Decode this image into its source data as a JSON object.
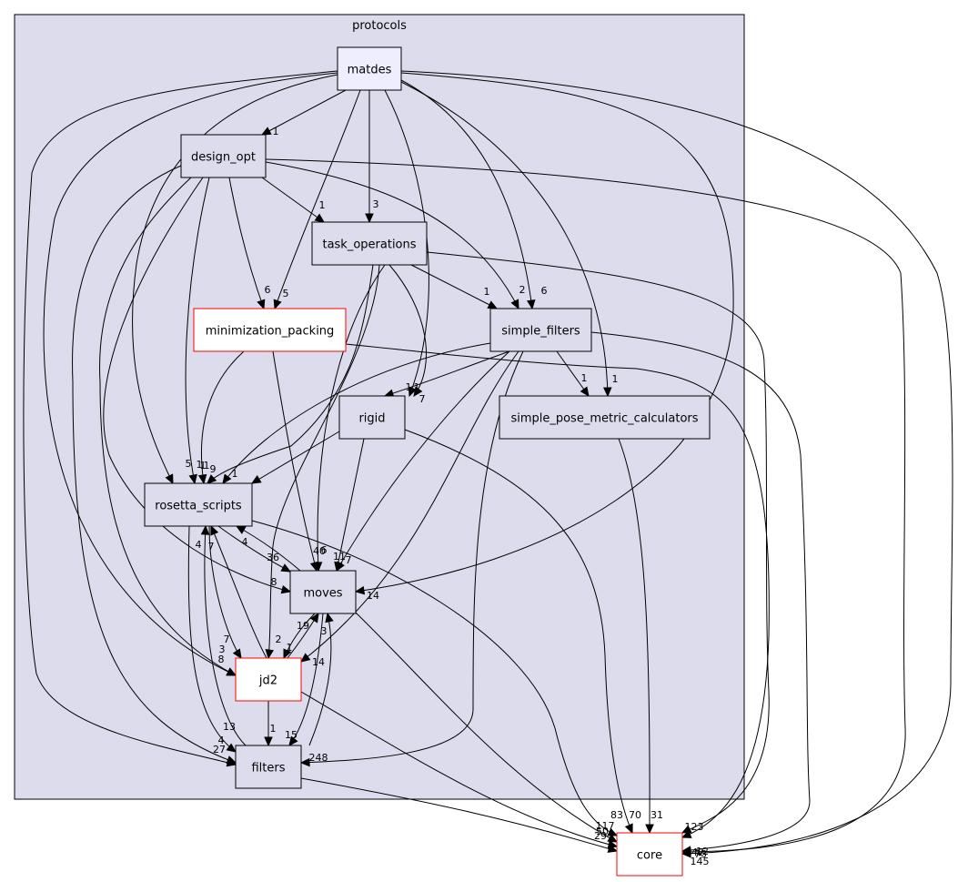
{
  "cluster": {
    "label": "protocols"
  },
  "colors": {
    "cluster_fill": "#dcdcec",
    "node_fill": "#dcdcec",
    "focus_fill": "#eeeeff",
    "external_fill": "#ffffff",
    "external_stroke": "#ff0000",
    "edge": "#000000"
  },
  "nodes": [
    {
      "id": "matdes",
      "label": "matdes",
      "kind": "focus"
    },
    {
      "id": "design_opt",
      "label": "design_opt",
      "kind": "normal"
    },
    {
      "id": "task_operations",
      "label": "task_operations",
      "kind": "normal"
    },
    {
      "id": "minimization_packing",
      "label": "minimization_packing",
      "kind": "external"
    },
    {
      "id": "simple_filters",
      "label": "simple_filters",
      "kind": "normal"
    },
    {
      "id": "rigid",
      "label": "rigid",
      "kind": "normal"
    },
    {
      "id": "simple_pose_metric_calculators",
      "label": "simple_pose_metric_calculators",
      "kind": "normal"
    },
    {
      "id": "rosetta_scripts",
      "label": "rosetta_scripts",
      "kind": "normal"
    },
    {
      "id": "moves",
      "label": "moves",
      "kind": "normal"
    },
    {
      "id": "jd2",
      "label": "jd2",
      "kind": "external"
    },
    {
      "id": "filters",
      "label": "filters",
      "kind": "normal"
    },
    {
      "id": "core",
      "label": "core",
      "kind": "external"
    }
  ],
  "edges": [
    {
      "id": "matdes-design_opt",
      "from": "matdes",
      "to": "design_opt",
      "label": "1"
    },
    {
      "id": "matdes-task_operations",
      "from": "matdes",
      "to": "task_operations",
      "label": "3"
    },
    {
      "id": "matdes-minimization_packing",
      "from": "matdes",
      "to": "minimization_packing",
      "label": "5"
    },
    {
      "id": "matdes-simple_filters",
      "from": "matdes",
      "to": "simple_filters",
      "label": "6"
    },
    {
      "id": "matdes-simple_pose_metric_calculators",
      "from": "matdes",
      "to": "simple_pose_metric_calculators",
      "label": "1"
    },
    {
      "id": "matdes-rigid",
      "from": "matdes",
      "to": "rigid",
      "label": "1"
    },
    {
      "id": "matdes-rosetta_scripts",
      "from": "matdes",
      "to": "rosetta_scripts",
      "label": "5"
    },
    {
      "id": "matdes-moves",
      "from": "matdes",
      "to": "moves",
      "label": "14"
    },
    {
      "id": "matdes-jd2",
      "from": "matdes",
      "to": "jd2",
      "label": "8"
    },
    {
      "id": "matdes-filters",
      "from": "matdes",
      "to": "filters",
      "label": "27"
    },
    {
      "id": "matdes-core",
      "from": "matdes",
      "to": "core",
      "label": "145"
    },
    {
      "id": "design_opt-task_operations",
      "from": "design_opt",
      "to": "task_operations",
      "label": "1"
    },
    {
      "id": "design_opt-minimization_packing",
      "from": "design_opt",
      "to": "minimization_packing",
      "label": "6"
    },
    {
      "id": "design_opt-simple_filters",
      "from": "design_opt",
      "to": "simple_filters",
      "label": "2"
    },
    {
      "id": "design_opt-rosetta_scripts",
      "from": "design_opt",
      "to": "rosetta_scripts",
      "label": "1"
    },
    {
      "id": "design_opt-moves",
      "from": "design_opt",
      "to": "moves",
      "label": "8"
    },
    {
      "id": "design_opt-jd2",
      "from": "design_opt",
      "to": "jd2",
      "label": "3"
    },
    {
      "id": "design_opt-filters",
      "from": "design_opt",
      "to": "filters",
      "label": "4"
    },
    {
      "id": "design_opt-core",
      "from": "design_opt",
      "to": "core",
      "label": "42"
    },
    {
      "id": "task_operations-simple_filters",
      "from": "task_operations",
      "to": "simple_filters",
      "label": "1"
    },
    {
      "id": "task_operations-rigid",
      "from": "task_operations",
      "to": "rigid",
      "label": "1"
    },
    {
      "id": "task_operations-rosetta_scripts",
      "from": "task_operations",
      "to": "rosetta_scripts",
      "label": "1"
    },
    {
      "id": "task_operations-moves",
      "from": "task_operations",
      "to": "moves",
      "label": "6"
    },
    {
      "id": "task_operations-jd2",
      "from": "task_operations",
      "to": "jd2",
      "label": "2"
    },
    {
      "id": "task_operations-core",
      "from": "task_operations",
      "to": "core",
      "label": "123"
    },
    {
      "id": "minimization_packing-rosetta_scripts",
      "from": "minimization_packing",
      "to": "rosetta_scripts",
      "label": "1"
    },
    {
      "id": "minimization_packing-moves",
      "from": "minimization_packing",
      "to": "moves",
      "label": "40"
    },
    {
      "id": "minimization_packing-core",
      "from": "minimization_packing",
      "to": "core",
      "label": "12"
    },
    {
      "id": "simple_filters-simple_pose_metric_calculators",
      "from": "simple_filters",
      "to": "simple_pose_metric_calculators",
      "label": "1"
    },
    {
      "id": "simple_filters-rigid",
      "from": "simple_filters",
      "to": "rigid",
      "label": "7"
    },
    {
      "id": "simple_filters-rosetta_scripts",
      "from": "simple_filters",
      "to": "rosetta_scripts",
      "label": "9"
    },
    {
      "id": "simple_filters-moves",
      "from": "simple_filters",
      "to": "moves",
      "label": "7"
    },
    {
      "id": "simple_filters-jd2",
      "from": "simple_filters",
      "to": "jd2",
      "label": "14"
    },
    {
      "id": "simple_filters-filters",
      "from": "simple_filters",
      "to": "filters",
      "label": "248"
    },
    {
      "id": "simple_filters-core",
      "from": "simple_filters",
      "to": "core",
      "label": "75"
    },
    {
      "id": "rigid-rosetta_scripts",
      "from": "rigid",
      "to": "rosetta_scripts",
      "label": "1"
    },
    {
      "id": "rigid-moves",
      "from": "rigid",
      "to": "moves",
      "label": "11"
    },
    {
      "id": "rigid-core",
      "from": "rigid",
      "to": "core",
      "label": "70"
    },
    {
      "id": "simple_pose_metric_calculators-core",
      "from": "simple_pose_metric_calculators",
      "to": "core",
      "label": "31"
    },
    {
      "id": "rosetta_scripts-moves",
      "from": "rosetta_scripts",
      "to": "moves",
      "label": "36"
    },
    {
      "id": "rosetta_scripts-jd2",
      "from": "rosetta_scripts",
      "to": "jd2",
      "label": "7"
    },
    {
      "id": "rosetta_scripts-filters",
      "from": "rosetta_scripts",
      "to": "filters",
      "label": "13"
    },
    {
      "id": "rosetta_scripts-core",
      "from": "rosetta_scripts",
      "to": "core",
      "label": "83"
    },
    {
      "id": "moves-rosetta_scripts",
      "from": "moves",
      "to": "rosetta_scripts",
      "label": "4"
    },
    {
      "id": "moves-jd2",
      "from": "moves",
      "to": "jd2",
      "label": "1"
    },
    {
      "id": "moves-filters",
      "from": "moves",
      "to": "filters",
      "label": "15"
    },
    {
      "id": "moves-core",
      "from": "moves",
      "to": "core",
      "label": "117"
    },
    {
      "id": "jd2-rosetta_scripts",
      "from": "jd2",
      "to": "rosetta_scripts",
      "label": "7"
    },
    {
      "id": "jd2-moves",
      "from": "jd2",
      "to": "moves",
      "label": "19"
    },
    {
      "id": "jd2-filters",
      "from": "jd2",
      "to": "filters",
      "label": "1"
    },
    {
      "id": "jd2-core",
      "from": "jd2",
      "to": "core",
      "label": "50"
    },
    {
      "id": "filters-rosetta_scripts",
      "from": "filters",
      "to": "rosetta_scripts",
      "label": "4"
    },
    {
      "id": "filters-moves",
      "from": "filters",
      "to": "moves",
      "label": "3"
    },
    {
      "id": "filters-core",
      "from": "filters",
      "to": "core",
      "label": "29"
    }
  ]
}
